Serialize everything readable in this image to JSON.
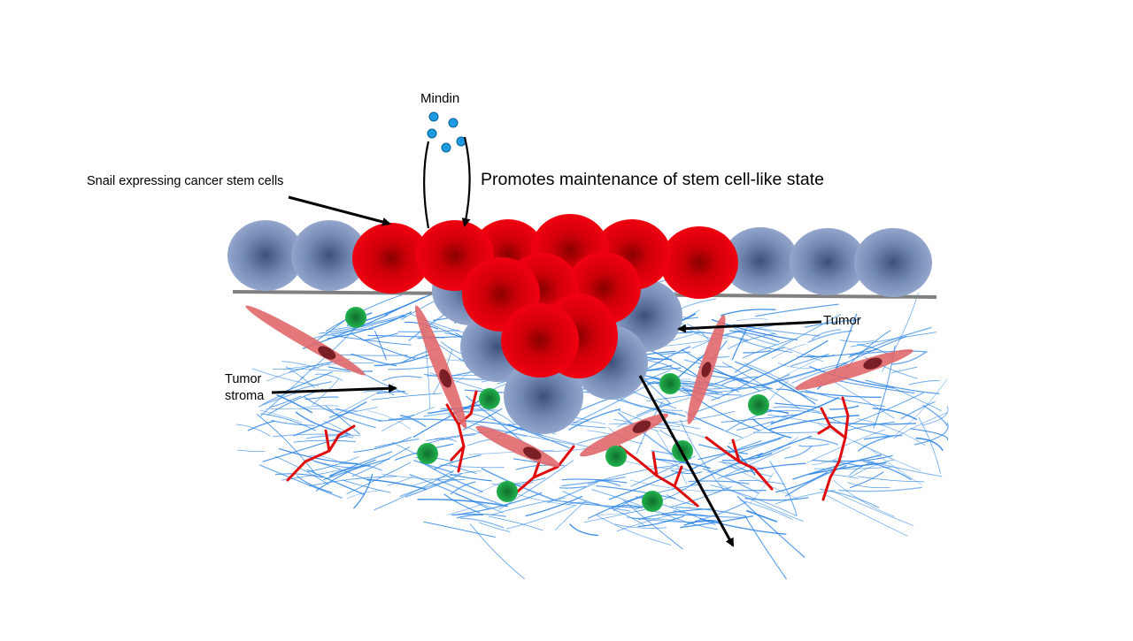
{
  "labels": {
    "mindin": "Mindin",
    "snail": "Snail expressing cancer stem cells",
    "promotes": "Promotes maintenance of stem cell-like state",
    "tumor": "Tumor",
    "stroma_line1": "Tumor",
    "stroma_line2": "stroma"
  },
  "colors": {
    "cancer_stem_cell": "#e8000a",
    "cancer_stem_cell_core": "#8a0000",
    "normal_cell": "#8a9ec4",
    "normal_cell_core": "#3e5079",
    "stroma_fiber": "#2f86e6",
    "fibroblast": "#e0686a",
    "immune_cell": "#1a9e43",
    "vessel": "#e00b0b",
    "mindin_particle": "#1e9be0",
    "membrane": "#808080"
  },
  "icons": [
    "arrow-icon",
    "mindin-particle-icon"
  ]
}
